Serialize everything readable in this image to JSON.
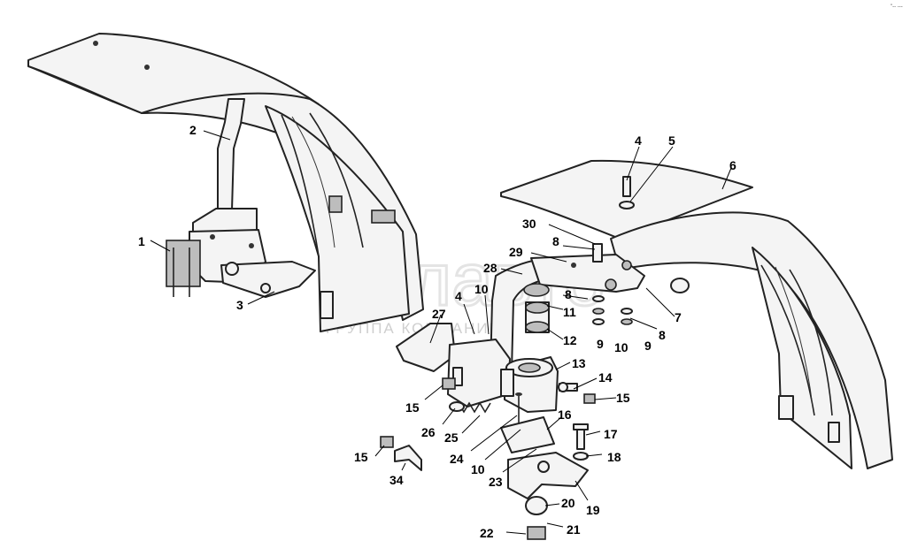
{
  "watermark": {
    "brand": "белавто",
    "subtitle": "ГРУППА КОМПАНИЙ"
  },
  "corner_mark": "\"-- ---",
  "callouts": {
    "c1": "1",
    "c2": "2",
    "c3": "3",
    "c4a": "4",
    "c4b": "4",
    "c5": "5",
    "c6": "6",
    "c7": "7",
    "c8a": "8",
    "c8b": "8",
    "c8c": "8",
    "c9a": "9",
    "c9b": "9",
    "c10a": "10",
    "c10b": "10",
    "c10c": "10",
    "c11": "11",
    "c12": "12",
    "c13": "13",
    "c14": "14",
    "c15a": "15",
    "c15b": "15",
    "c15c": "15",
    "c16": "16",
    "c17": "17",
    "c18": "18",
    "c19": "19",
    "c20": "20",
    "c21": "21",
    "c22": "22",
    "c23": "23",
    "c24": "24",
    "c25": "25",
    "c26": "26",
    "c27": "27",
    "c28": "28",
    "c29": "29",
    "c30": "30",
    "c34": "34"
  }
}
